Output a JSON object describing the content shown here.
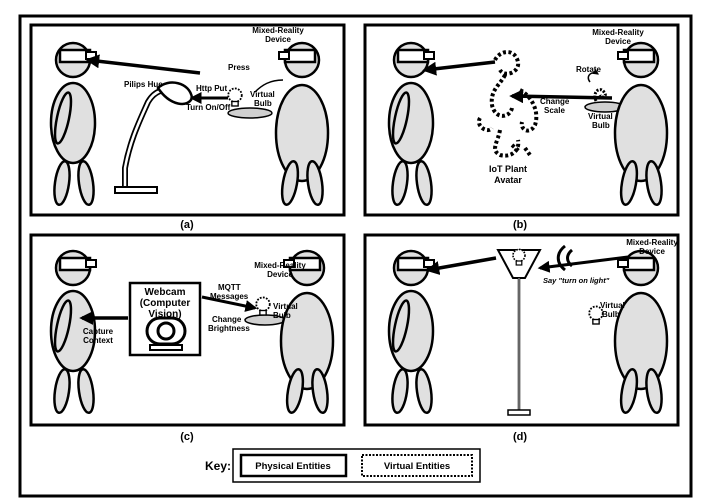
{
  "panels": {
    "a": {
      "caption": "(a)",
      "lamp_label": "Pilips Hue",
      "device_label_line1": "Mixed-Reality",
      "device_label_line2": "Device",
      "press": "Press",
      "http_put": "Http Put",
      "turn_on_off": "Turn On/Off",
      "virtual_line1": "Virtual",
      "virtual_line2": "Bulb"
    },
    "b": {
      "caption": "(b)",
      "device_label_line1": "Mixed-Reality",
      "device_label_line2": "Device",
      "rotate": "Rotate",
      "change_line1": "Change",
      "change_line2": "Scale",
      "virtual_line1": "Virtual",
      "virtual_line2": "Bulb",
      "avatar_line1": "IoT Plant",
      "avatar_line2": "Avatar"
    },
    "c": {
      "caption": "(c)",
      "webcam_line1": "Webcam",
      "webcam_line2": "(Computer",
      "webcam_line3": "Vision)",
      "mqtt_line1": "MQTT",
      "mqtt_line2": "Messages",
      "brightness_line1": "Change",
      "brightness_line2": "Brightness",
      "capture_line1": "Capture",
      "capture_line2": "Context",
      "device_label_line1": "Mixed-Reality",
      "device_label_line2": "Device",
      "virtual_line1": "Virtual",
      "virtual_line2": "Bulb"
    },
    "d": {
      "caption": "(d)",
      "device_label_line1": "Mixed-Reality",
      "device_label_line2": "Device",
      "say": "Say \"turn on light\"",
      "virtual_line1": "Virtual",
      "virtual_line2": "Bulb"
    }
  },
  "key": {
    "label": "Key:",
    "physical": "Physical Entities",
    "virtual": "Virtual Entities"
  }
}
